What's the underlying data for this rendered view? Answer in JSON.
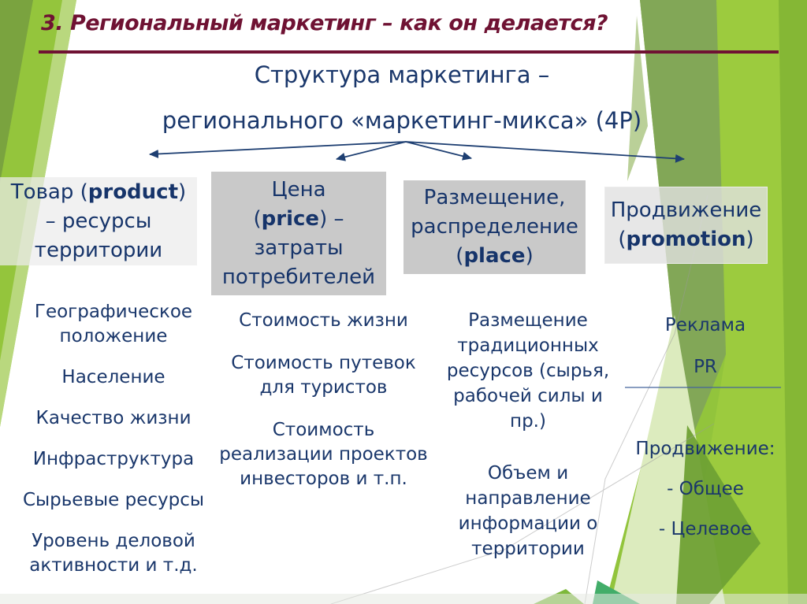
{
  "slide": {
    "title": "3. Региональный маркетинг – как он делается?",
    "subtitle_line1": "Структура маркетинга –",
    "subtitle_line2": "регионального «маркетинг-микса» (4Р)",
    "boxes": [
      {
        "name": "product",
        "lines": [
          {
            "pre": "Товар (",
            "bold": "product",
            "post": ")"
          },
          {
            "pre": "– ресурсы"
          },
          {
            "pre": "территории"
          }
        ]
      },
      {
        "name": "price",
        "lines": [
          {
            "pre": "Цена"
          },
          {
            "pre": "(",
            "bold": "price",
            "post": ") –"
          },
          {
            "pre": "затраты"
          },
          {
            "pre": "потребителей"
          }
        ]
      },
      {
        "name": "place",
        "lines": [
          {
            "pre": "Размещение,"
          },
          {
            "pre": "распределение"
          },
          {
            "pre": "(",
            "bold": "place",
            "post": ")"
          }
        ]
      },
      {
        "name": "promotion",
        "lines": [
          {
            "pre": "Продвижение"
          },
          {
            "pre": "(",
            "bold": "promotion",
            "post": ")"
          }
        ]
      }
    ],
    "columns": [
      {
        "items": [
          "Географическое положение",
          "Население",
          "Качество жизни",
          "Инфраструктура",
          "Сырьевые ресурсы",
          "Уровень деловой активности и т.д."
        ]
      },
      {
        "items": [
          "Стоимость жизни",
          "Стоимость путевок для туристов",
          "Стоимость реализации проектов инвесторов и т.п."
        ]
      },
      {
        "items": [
          "Размещение традиционных ресурсов (сырья, рабочей силы и пр.)",
          "Объем и направление информации о территории"
        ]
      },
      {
        "items_top": [
          "Реклама",
          "PR"
        ],
        "items_bottom": [
          "Продвижение:",
          "- Общее",
          "- Целевое"
        ]
      }
    ],
    "colors": {
      "title_maroon": "#6f1233",
      "text_navy": "#1a376b",
      "box_gray": "#c9c9c9",
      "green_bright": "#92c43c",
      "green_sage": "#82a757",
      "green_olive": "#7aa33f",
      "green_pale": "#dcebbe",
      "green_dark": "#6fa134",
      "green_teal": "#42ad69",
      "arrow_navy": "#1e3f72"
    }
  }
}
